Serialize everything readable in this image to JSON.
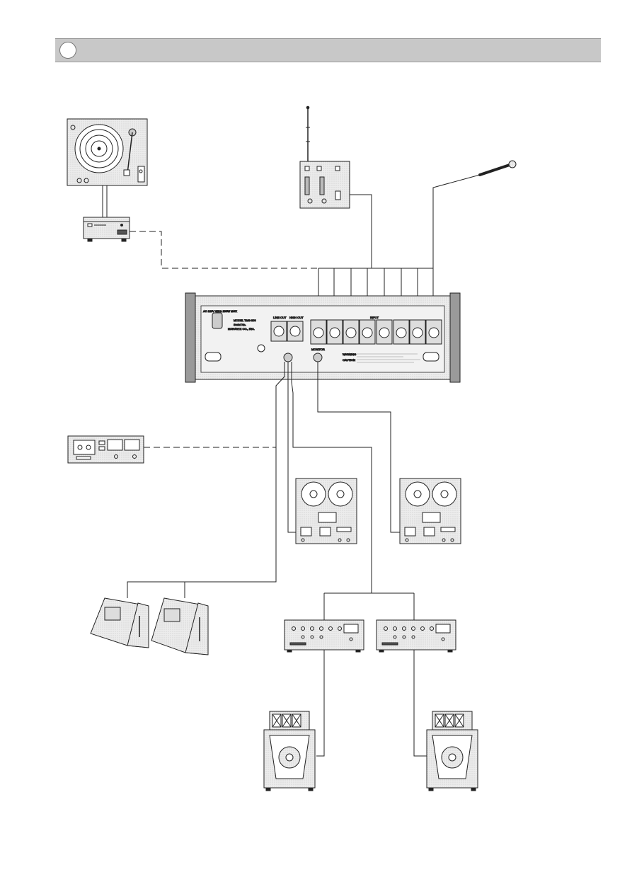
{
  "panel": {
    "lines": [
      "AC 120V 60Hz 200W MAX",
      "MODEL TMS-300",
      "Serial No.",
      "MARANTZ CO., INC.",
      "LINE OUT",
      "HIGH OUT",
      "INPUT",
      "MONITOR",
      "WARNING",
      "CAUTION"
    ]
  },
  "colors": {
    "header_bar": "#c8c8c8",
    "line": "#222222",
    "device_fill": "#e4e4e4",
    "wood_end": "#9a9a9a"
  }
}
